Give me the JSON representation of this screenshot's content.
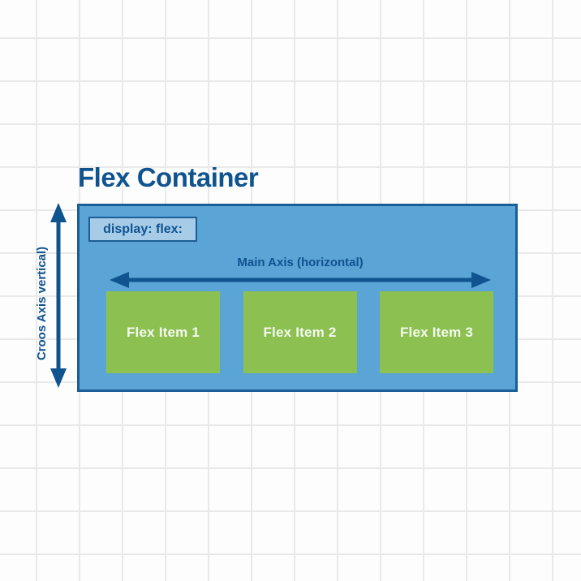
{
  "diagram": {
    "heading": "Flex Container",
    "display_label": "display: flex:",
    "main_axis_label": "Main Axis (horizontal)",
    "cross_axis_label": "Croos Axis vertical)",
    "items": [
      {
        "label": "Flex Item 1"
      },
      {
        "label": "Flex Item 2"
      },
      {
        "label": "Flex Item 3"
      }
    ]
  },
  "icons": {
    "main_axis_arrow": "horizontal-double-arrow",
    "cross_axis_arrow": "vertical-double-arrow"
  },
  "colors": {
    "background": "#fdfdfd",
    "grid_line": "#e9e9e9",
    "container_fill": "#5ba4d6",
    "container_border": "#1a5d97",
    "label_fill": "#a7cce8",
    "accent_text": "#0f538f",
    "item_fill": "#8cc152",
    "item_text": "#f4f9ee"
  }
}
